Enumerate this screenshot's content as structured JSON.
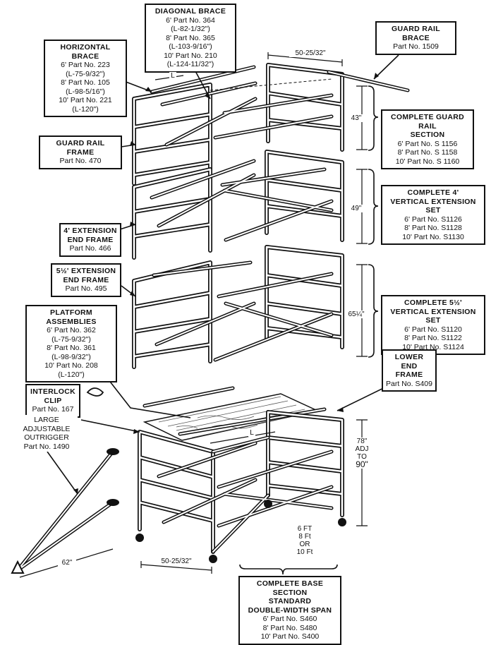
{
  "labels": {
    "diagonal_brace": {
      "title": "DIAGONAL BRACE",
      "rows": [
        "6' Part No. 364",
        "(L-82-1/32\")",
        "8' Part No. 365",
        "(L-103-9/16\")",
        "10' Part No. 210",
        "(L-124-11/32\")"
      ]
    },
    "horizontal_brace": {
      "title": "HORIZONTAL BRACE",
      "rows": [
        "6' Part No. 223",
        "(L-75-9/32\")",
        "8' Part No. 105",
        "(L-98-5/16\")",
        "10' Part No. 221",
        "(L-120\")"
      ]
    },
    "guard_rail_brace": {
      "title": "GUARD RAIL BRACE",
      "rows": [
        "Part No. 1509"
      ]
    },
    "guard_rail_frame": {
      "title": "GUARD RAIL FRAME",
      "rows": [
        "Part No. 470"
      ]
    },
    "complete_guard_rail": {
      "title_lines": [
        "COMPLETE GUARD RAIL",
        "SECTION"
      ],
      "rows": [
        "6' Part No. S 1156",
        "8' Part No. S 1158",
        "10' Part No. S 1160"
      ]
    },
    "complete_4ft_ext": {
      "title_lines": [
        "COMPLETE 4'",
        "VERTICAL EXTENSION SET"
      ],
      "rows": [
        "6' Part No. S1126",
        "8' Part No. S1128",
        "10' Part No. S1130"
      ]
    },
    "ext_4ft_end_frame": {
      "title_lines": [
        "4' EXTENSION",
        "END FRAME"
      ],
      "rows": [
        "Part No. 466"
      ]
    },
    "ext_5half_end_frame": {
      "title_lines": [
        "5½' EXTENSION",
        "END FRAME"
      ],
      "rows": [
        "Part No. 495"
      ]
    },
    "complete_5half_ext": {
      "title_lines": [
        "COMPLETE 5½'",
        "VERTICAL EXTENSION SET"
      ],
      "rows": [
        "6' Part No. S1120",
        "8' Part No. S1122",
        "10' Part No. S1124"
      ]
    },
    "platform_assemblies": {
      "title": "PLATFORM ASSEMBLIES",
      "rows": [
        "6' Part No. 362",
        "(L-75-9/32\")",
        "8' Part No. 361",
        "(L-98-9/32\")",
        "10' Part No. 208",
        "(L-120\")"
      ]
    },
    "lower_end_frame": {
      "title_lines": [
        "LOWER",
        "END",
        "FRAME"
      ],
      "rows": [
        "Part No. S409"
      ]
    },
    "interlock_clip": {
      "title_lines": [
        "INTERLOCK",
        "CLIP"
      ],
      "rows": [
        "Part No. 167"
      ]
    },
    "large_outrigger": {
      "title_lines": [
        "LARGE",
        "ADJUSTABLE",
        "OUTRIGGER"
      ],
      "rows": [
        "Part No. 1490"
      ]
    },
    "complete_base": {
      "title_lines": [
        "COMPLETE BASE SECTION",
        "STANDARD",
        "DOUBLE-WIDTH SPAN"
      ],
      "rows": [
        "6' Part No. S460",
        "8' Part No. S480",
        "10' Part No. S400"
      ]
    }
  },
  "dimensions": {
    "top_width": "50-25/32\"",
    "guard_height": "43\"",
    "ext4_height": "49\"",
    "ext5_height": "65¼\"",
    "base_height": [
      "78\"",
      "ADJ TO",
      "90\""
    ],
    "base_width": "50-25/32\"",
    "outrigger_span": "62\"",
    "length_options": [
      "6 FT",
      "8 Ft",
      "OR",
      "10 Ft"
    ],
    "length_mark_1": "L",
    "length_mark_2": "L"
  }
}
